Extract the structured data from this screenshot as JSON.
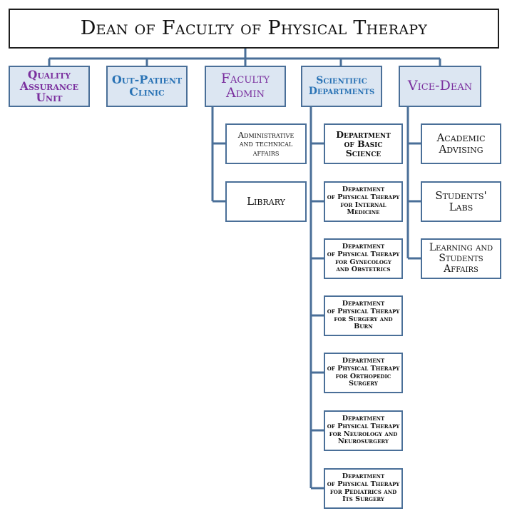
{
  "root": {
    "label": "Dean of Faculty of Physical Therapy"
  },
  "units": [
    {
      "id": "quality",
      "label": "Quality\nAssurance\nUnit"
    },
    {
      "id": "outpatient",
      "label": "Out-Patient\nClinic"
    },
    {
      "id": "faculty_admin",
      "label": "Faculty\nAdmin"
    },
    {
      "id": "scientific",
      "label": "Scientific\nDepartments"
    },
    {
      "id": "vice_dean",
      "label": "Vice-Dean"
    }
  ],
  "faculty_admin_children": [
    {
      "label": "Administrative\nand technical\naffairs"
    },
    {
      "label": "Library"
    }
  ],
  "departments": [
    {
      "label": "Department\nof Basic\nScience"
    },
    {
      "label": "Department\nof Physical Therapy\nfor Internal\nMedicine"
    },
    {
      "label": "Department\nof Physical Therapy\nfor Gynecology\nand Obstetrics"
    },
    {
      "label": "Department\nof Physical Therapy\nfor Surgery and\nBurn"
    },
    {
      "label": "Department\nof Physical Therapy\nfor Orthopedic\nSurgery"
    },
    {
      "label": "Department\nof Physical Therapy\nfor Neurology and\nNeurosurgery"
    },
    {
      "label": "Department\nof Physical Therapy\nfor Pediatrics and\nIts Surgery"
    }
  ],
  "vice_dean_children": [
    {
      "label": "Academic\nAdvising"
    },
    {
      "label": "Students'\nLabs"
    },
    {
      "label": "Learning and\nStudents\nAffairs"
    }
  ],
  "colors": {
    "connector": "#4a6f98",
    "unit_fill": "#dce6f2",
    "purple_text": "#7a2f9e",
    "blue_text": "#2a73b5"
  }
}
